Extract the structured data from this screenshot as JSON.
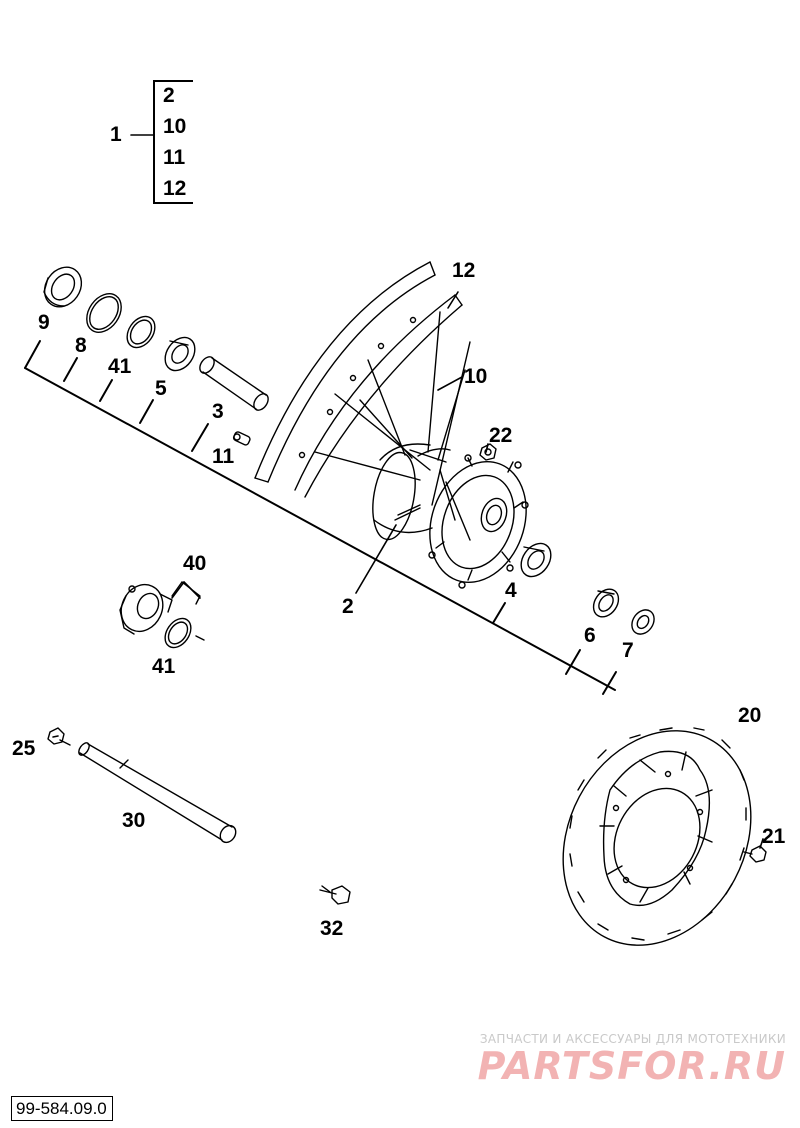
{
  "group": {
    "parent": "1",
    "children": [
      "2",
      "10",
      "11",
      "12"
    ]
  },
  "callouts": {
    "p2": "2",
    "p3": "3",
    "p4": "4",
    "p5": "5",
    "p6": "6",
    "p7": "7",
    "p8": "8",
    "p9": "9",
    "p10": "10",
    "p11": "11",
    "p12": "12",
    "p20": "20",
    "p21": "21",
    "p22": "22",
    "p25": "25",
    "p30": "30",
    "p32": "32",
    "p40": "40",
    "p41a": "41",
    "p41b": "41"
  },
  "watermark": {
    "line1": "ЗАПЧАСТИ И АКСЕССУАРЫ ДЛЯ МОТОТЕХНИКИ",
    "logo": "PARTSFOR.RU"
  },
  "drawing_code": "99-584.09.0"
}
